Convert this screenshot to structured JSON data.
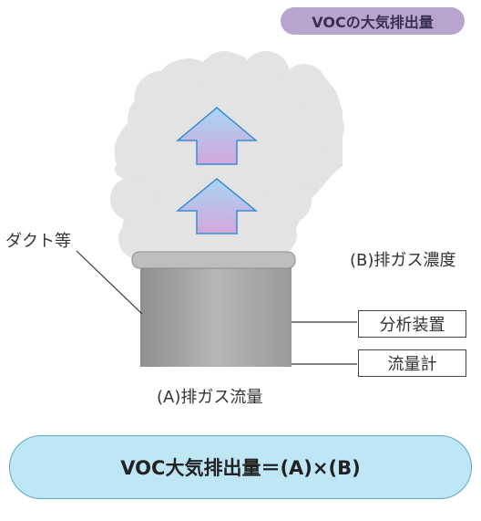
{
  "title": "VOCの大気排出量",
  "labels": {
    "duct": "ダクト等",
    "concentration": "(B)排ガス濃度",
    "analyzer": "分析装置",
    "flowmeter": "流量計",
    "flow": "(A)排ガス流量"
  },
  "formula": "VOC大気排出量＝(A)×(B)",
  "colors": {
    "smoke": "#e3e3e3",
    "stack": "#ababab",
    "badge": "#b9a4cf",
    "formula_bg": "#bfe6f5",
    "arrow_top": "#a8d6f4",
    "arrow_bottom": "#d3a6dc"
  }
}
